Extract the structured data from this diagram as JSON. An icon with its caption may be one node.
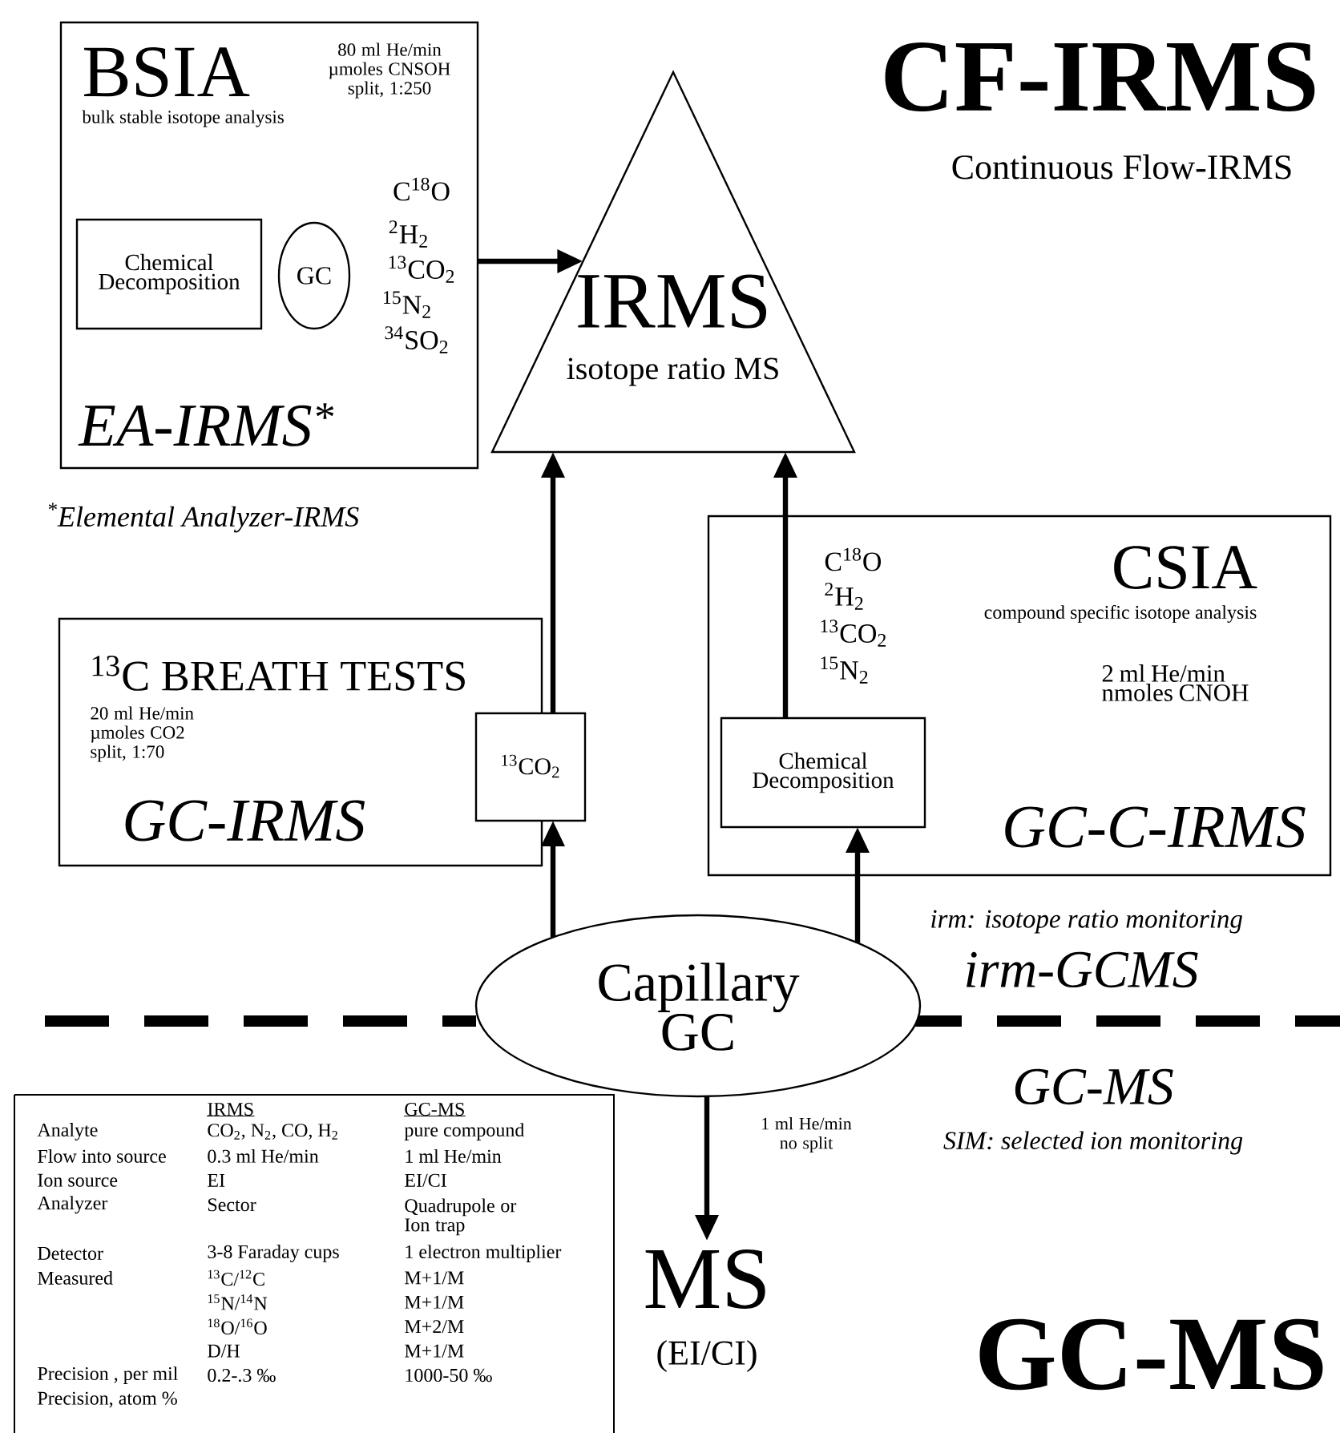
{
  "diagram": {
    "nodes": [
      {
        "text": [
          "BSIA",
          "bulk stable isotope analysis",
          "80 ml He/min µmoles CNSOH split, 1:250",
          "C$^{18}$O",
          "$^{2}$H$_{2}$",
          "$^{13}$CO$_{2}$",
          "$^{15}$N$_{2}$",
          "$^{34}$SO$_{2}$",
          "EA-IRMS$^{*}$"
        ]
      },
      {
        "text": [
          "Chemical Decomposition"
        ],
        "in": 0
      },
      {
        "text": [
          "GC"
        ],
        "in": 0
      },
      {
        "text": [
          "IRMS",
          "isotope ratio MS"
        ]
      },
      {
        "text": [
          "$^{13}$C BREATH TESTS",
          "20 ml He/min µmoles CO2 split, 1:70",
          "GC-IRMS"
        ]
      },
      {
        "text": [
          "$^{13}$CO$_{2}$"
        ]
      },
      {
        "text": [
          "CSIA",
          "compound specific isotope analysis",
          "2 ml He/min nmoles CNOH",
          "C$^{18}$O",
          "$^{2}$H$_{2}$",
          "$^{13}$CO$_{2}$",
          "$^{15}$N$_{2}$",
          "GC-C-IRMS"
        ]
      },
      {
        "text": [
          "Chemical Decomposition"
        ],
        "in": 6
      },
      {
        "text": [
          "Capillary GC"
        ]
      },
      {
        "text": [
          "MS",
          "(EI/CI)"
        ]
      }
    ],
    "edges": [
      {
        "from": 0,
        "to": 3,
        "arrow": "to"
      },
      {
        "from": 5,
        "to": 3,
        "arrow": "to"
      },
      {
        "from": 7,
        "to": 3,
        "arrow": "to"
      },
      {
        "from": 8,
        "to": 5,
        "arrow": "to"
      },
      {
        "from": 8,
        "to": 7,
        "arrow": "to"
      },
      {
        "from": 8,
        "to": 9,
        "arrow": "to",
        "label": "1 ml He/min no split"
      }
    ],
    "labels": [
      "CF-IRMS",
      "Continuous Flow-IRMS",
      "$^{*}$Elemental Analyzer-IRMS",
      "irm: isotope ratio monitoring",
      "irm-GCMS",
      "GC-MS",
      "SIM: selected ion monitoring",
      "IRMS",
      "GC-MS",
      "Analyte",
      "CO$_{2}$, N$_{2}$, CO, H$_{2}$",
      "pure compound",
      "Flow into source",
      "0.3 ml He/min",
      "1 ml He/min",
      "Ion source",
      "EI",
      "EI/CI",
      "Analyzer",
      "Sector",
      "Quadrupole or Ion trap",
      "Detector",
      "3-8 Faraday cups",
      "1 electron multiplier",
      "Measured",
      "$^{13}$C/$^{12}$C",
      "M+1/M",
      "$^{15}$N/$^{14}$N",
      "M+1/M",
      "$^{18}$O/$^{16}$O",
      "M+2/M",
      "D/H",
      "M+1/M",
      "Precision , per mil",
      "0.2-.3 ‰",
      "1000-50 ‰",
      "Precision, atom %",
      "GC-MS"
    ]
  }
}
